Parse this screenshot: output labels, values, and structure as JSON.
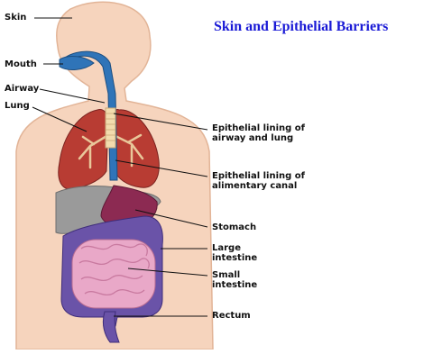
{
  "title": "Skin and Epithelial Barriers",
  "labels": {
    "skin": "Skin",
    "mouth": "Mouth",
    "airway": "Airway",
    "lung": "Lung",
    "epithelial_airway": [
      "Epithelial lining of",
      "airway and lung"
    ],
    "epithelial_alimentary": [
      "Epithelial lining of",
      "alimentary canal"
    ],
    "stomach": "Stomach",
    "large_intestine": [
      "Large",
      "intestine"
    ],
    "small_intestine": [
      "Small",
      "intestine"
    ],
    "rectum": "Rectum"
  },
  "colors": {
    "skin": "#f6d4bd",
    "skin_outline": "#e2b497",
    "lung": "#b83c33",
    "airway": "#2f74b8",
    "liver": "#9a9a9a",
    "stomach": "#8c2a52",
    "large_intestine": "#6a53a8",
    "small_intestine": "#e9a8c8",
    "title": "#1a1ad6"
  }
}
